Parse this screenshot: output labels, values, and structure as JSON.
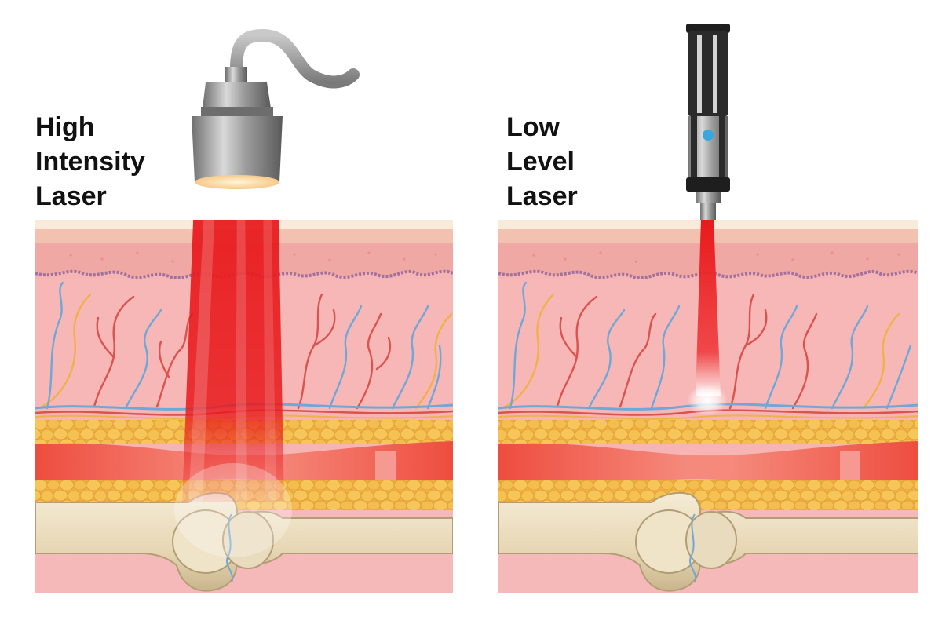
{
  "panels": {
    "high": {
      "label_lines": [
        "High",
        "Intensity",
        "Laser"
      ]
    },
    "low": {
      "label_lines": [
        "Low",
        "Level",
        "Laser"
      ]
    }
  },
  "colors": {
    "background": "#ffffff",
    "epidermis": "#f2cbb8",
    "epidermis_top": "#f7ead9",
    "dermis": "#f8b3b5",
    "basement_membrane": "#a1709d",
    "artery": "#d9534f",
    "vein": "#6fa8d8",
    "nerve": "#f0b14a",
    "fat": "#f2b94a",
    "muscle": "#ef5a4a",
    "bone": "#ede1c6",
    "laser_beam": "#e8191c",
    "probe_metal": "#9a9a9a",
    "pen_body": "#2b2b2b",
    "pen_indicator": "#38a7e0"
  }
}
